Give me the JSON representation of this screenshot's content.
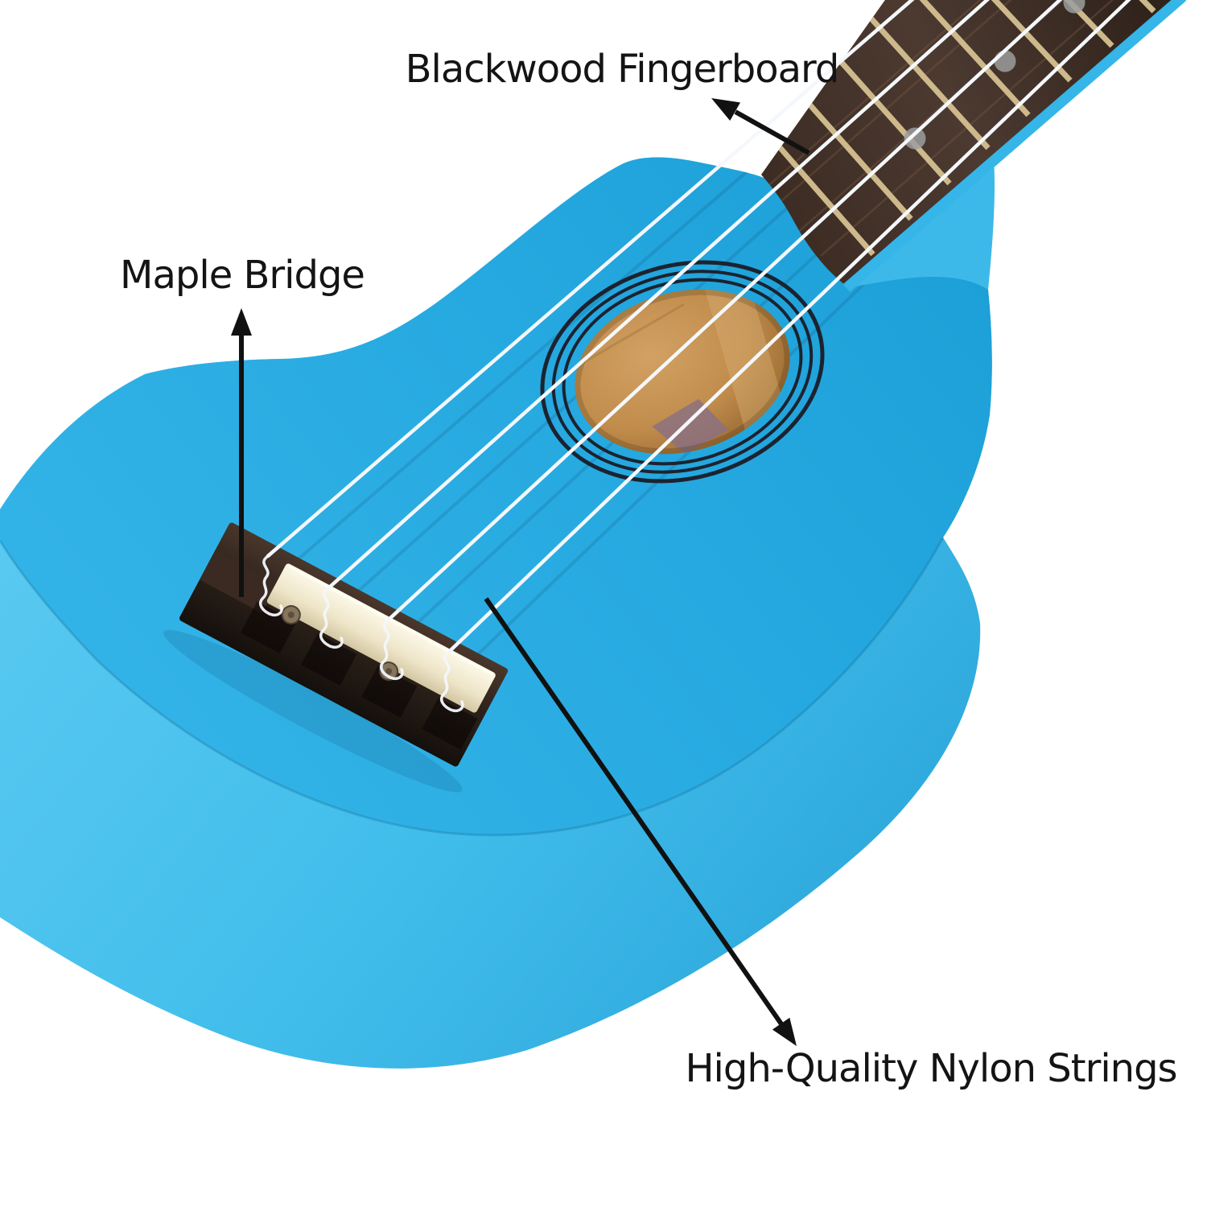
{
  "image": {
    "kind": "annotated product illustration",
    "subject": "blue soprano ukulele (body close-up, tilted, neck to upper right)",
    "background": "#FFFFFF"
  },
  "annotations": [
    {
      "id": "fingerboard",
      "label": "Blackwood Fingerboard",
      "points_to": "fingerboard at top right"
    },
    {
      "id": "bridge",
      "label": "Maple Bridge",
      "points_to": "bridge at lower left of body"
    },
    {
      "id": "strings",
      "label": "High-Quality Nylon Strings",
      "points_to": "string near the bridge"
    }
  ],
  "colors": {
    "background": "#FFFFFF",
    "body_top": "#27AAE0",
    "body_side": "#49C3EF",
    "neck_edge_strip": "#35B5E8",
    "fingerboard_wood": "#3A2B22",
    "fret": "#CDB98B",
    "inlay_dot": "#9B9D9E",
    "string": "#F4F8FC",
    "rosette_ring": "#1B2330",
    "sound_hole_wood": "#C08C4C",
    "bridge_wood": "#2C211A",
    "saddle": "#EEE5C8",
    "screw": "#86755C",
    "arrow": "#111111",
    "label_text": "#141414"
  }
}
